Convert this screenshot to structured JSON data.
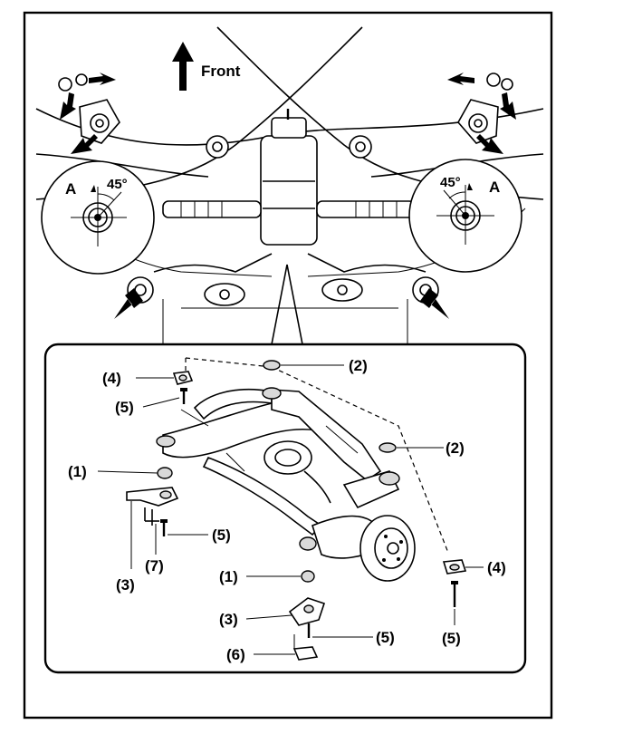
{
  "direction_label": "Front",
  "angle_label": "45°",
  "view_label": "A",
  "parts": {
    "p1": "(1)",
    "p2": "(2)",
    "p3": "(3)",
    "p4": "(4)",
    "p5": "(5)",
    "p6": "(6)",
    "p7": "(7)"
  }
}
